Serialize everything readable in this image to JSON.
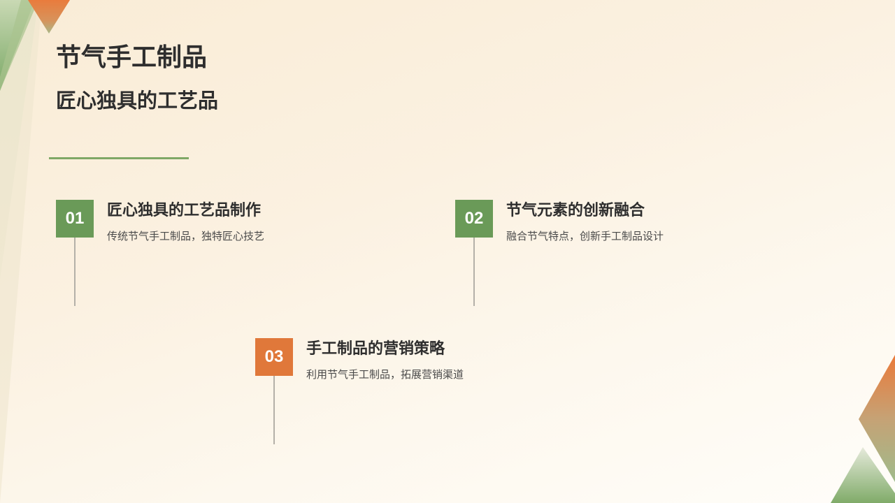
{
  "slide": {
    "title": "节气手工制品",
    "subtitle": "匠心独具的工艺品"
  },
  "colors": {
    "accent_green": "#6a9a58",
    "accent_orange": "#e0783a",
    "underline_green": "#7fa866",
    "text_dark": "#2e2e2e",
    "background_cream": "#f9ecd6"
  },
  "items": [
    {
      "number": "01",
      "title": "匠心独具的工艺品制作",
      "description": "传统节气手工制品，独特匠心技艺",
      "badge_color": "#6a9a58"
    },
    {
      "number": "02",
      "title": "节气元素的创新融合",
      "description": "融合节气特点，创新手工制品设计",
      "badge_color": "#6a9a58"
    },
    {
      "number": "03",
      "title": "手工制品的营销策略",
      "description": "利用节气手工制品，拓展营销渠道",
      "badge_color": "#e0783a"
    }
  ]
}
